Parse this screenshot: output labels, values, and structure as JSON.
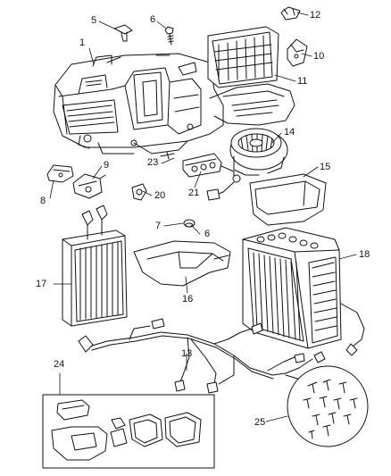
{
  "diagram": {
    "callouts": {
      "c1": "1",
      "c5": "5",
      "c6a": "6",
      "c6b": "6",
      "c7": "7",
      "c8": "8",
      "c9": "9",
      "c10": "10",
      "c11": "11",
      "c12": "12",
      "c13": "13",
      "c14": "14",
      "c15": "15",
      "c16": "16",
      "c17": "17",
      "c18": "18",
      "c20": "20",
      "c21": "21",
      "c23": "23",
      "c24": "24",
      "c25": "25"
    }
  }
}
